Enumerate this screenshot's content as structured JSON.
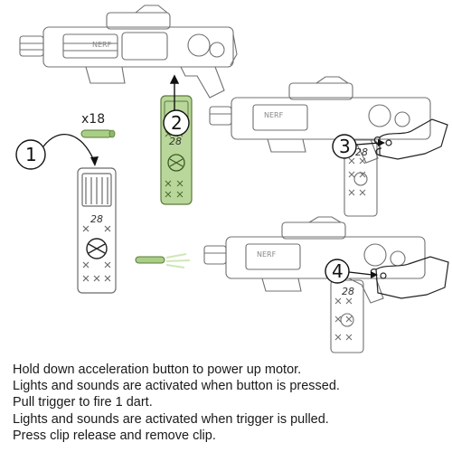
{
  "callouts": [
    "1",
    "2",
    "3",
    "4"
  ],
  "dart_count_label": "x18",
  "clip_numbers": [
    "28",
    "28",
    "28",
    "28"
  ],
  "brand_marks": [
    "NERF",
    "NERF",
    "NERF"
  ],
  "colors": {
    "line": "#6b6b6b",
    "dark": "#111111",
    "clip_green": "#b9d79a",
    "clip_green_stroke": "#5b7a3a",
    "dart_green": "#a9cf86",
    "motion_green": "#cfe7b7"
  },
  "instructions": [
    "Hold down acceleration button to power up motor.",
    "Lights and sounds are activated when button is pressed.",
    "Pull trigger to fire 1 dart.",
    "Lights and sounds are activated when trigger is pulled.",
    "Press clip release and remove clip."
  ]
}
